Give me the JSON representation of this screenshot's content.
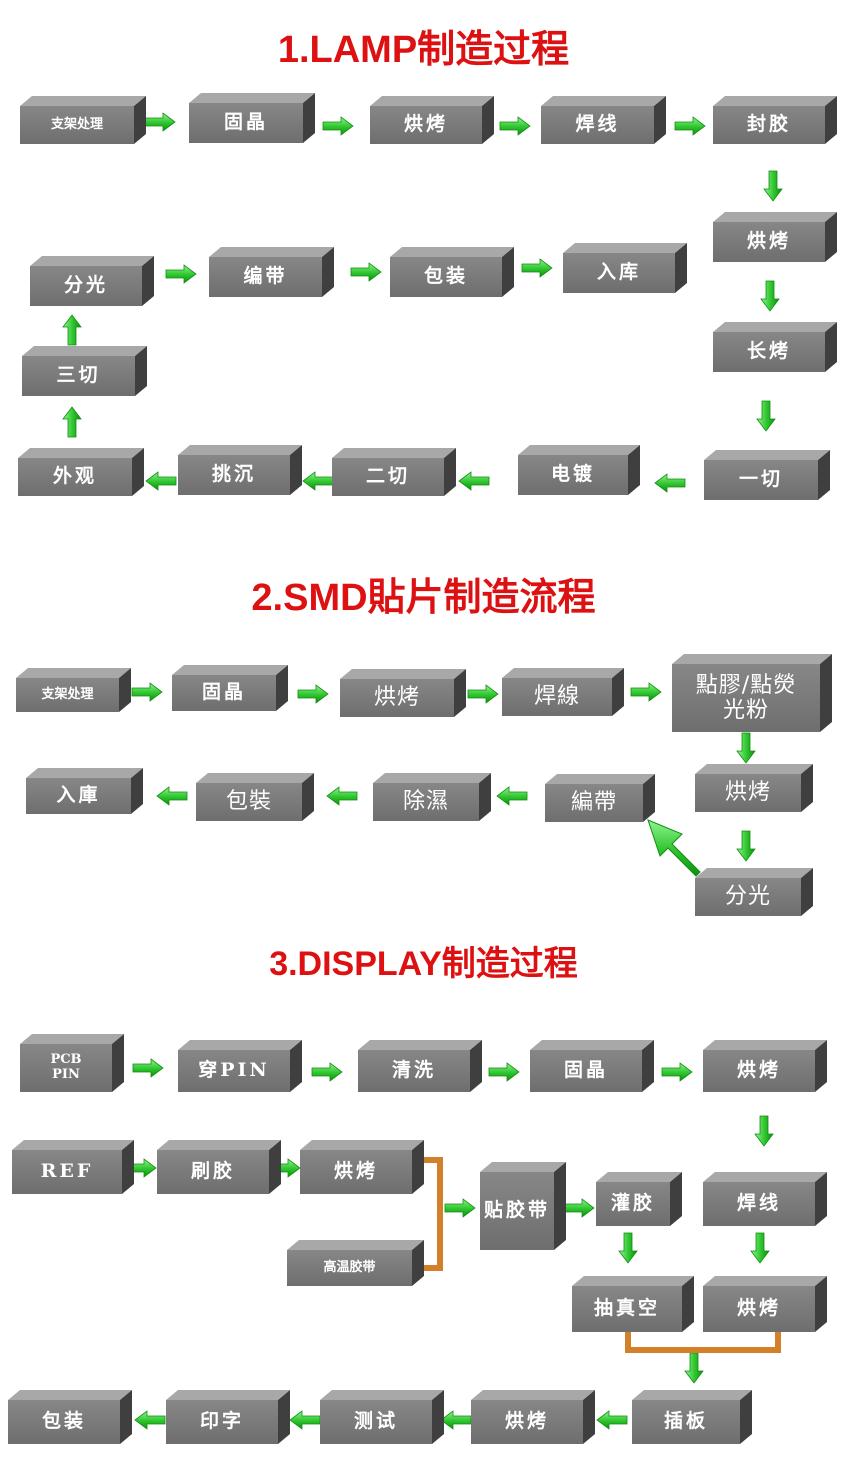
{
  "sections": [
    {
      "title": "1.LAMP制造过程"
    },
    {
      "title": "2.SMD貼片制造流程"
    },
    {
      "title": "3.DISPLAY制造过程"
    }
  ],
  "steps": {
    "lamp": [
      "支架处理",
      "固晶",
      "烘烤",
      "焊线",
      "封胶",
      "烘烤",
      "长烤",
      "一切",
      "电镀",
      "二切",
      "挑沉",
      "外观",
      "三切",
      "分光",
      "编带",
      "包装",
      "入库"
    ],
    "smd": [
      "支架处理",
      "固晶",
      "烘烤",
      "焊線",
      "點膠/點熒\n光粉",
      "烘烤",
      "分光",
      "編帶",
      "除濕",
      "包裝",
      "入庫"
    ],
    "display": [
      "PCB\nPIN",
      "穿PIN",
      "清洗",
      "固晶",
      "烘烤",
      "焊线",
      "REF",
      "刷胶",
      "烘烤",
      "高温胶带",
      "贴胶带",
      "灌胶",
      "抽真空",
      "烘烤",
      "插板",
      "烘烤",
      "测试",
      "印字",
      "包装"
    ]
  },
  "colors": {
    "title": "#dd1111",
    "arrow_light": "#6ae86a",
    "arrow_dark": "#109e10",
    "connector": "#d4802a",
    "box_front": "#7b7b7b"
  }
}
